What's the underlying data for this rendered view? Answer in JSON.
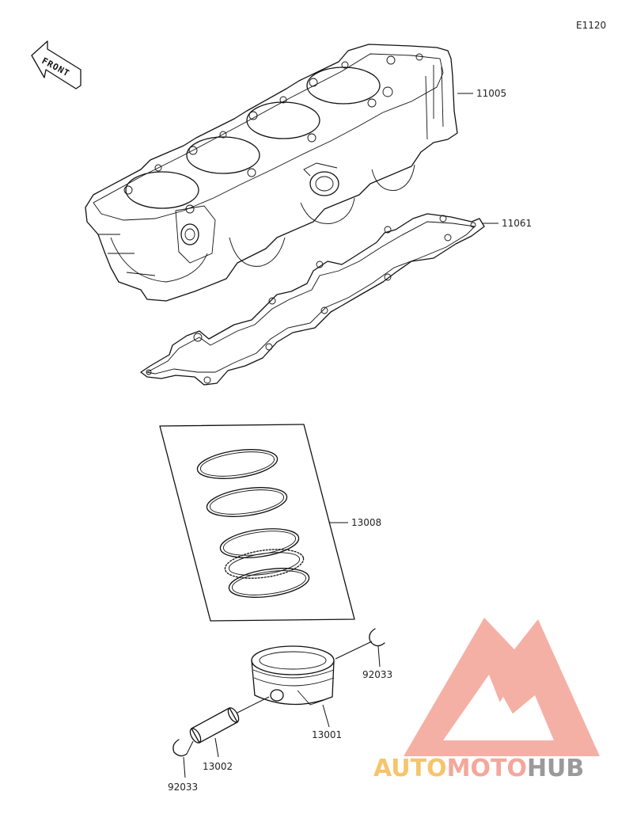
{
  "diagram_code": "E1120",
  "front_label": "FRONT",
  "parts": {
    "cylinder": "11005",
    "gasket": "11061",
    "ring_set": "13008",
    "clip_right": "92033",
    "piston": "13001",
    "pin": "13002",
    "clip_left": "92033"
  },
  "watermark": {
    "part1": "AUTO",
    "part2": "MOTO",
    "part3": "HUB",
    "color_primary": "#f4a79b",
    "color_accent": "#f7c46a",
    "color_dark": "#9a9a9a"
  }
}
